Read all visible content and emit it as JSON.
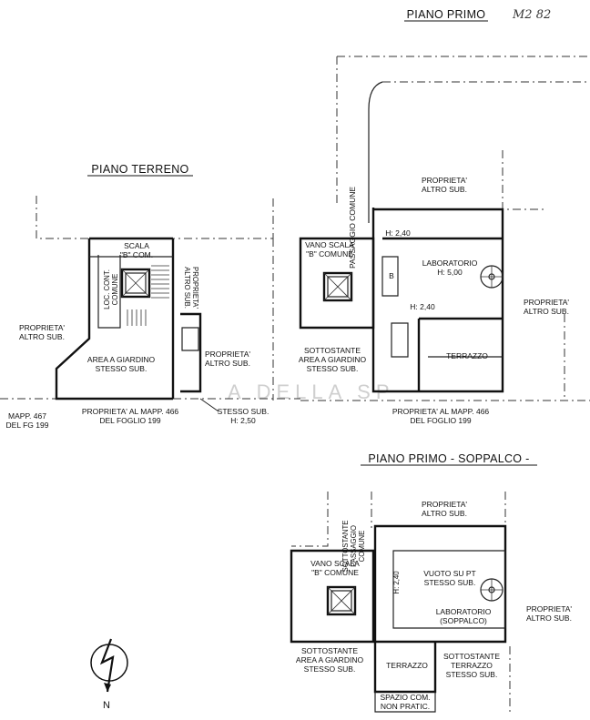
{
  "titles": {
    "piano_primo": "PIANO PRIMO",
    "piano_terreno": "PIANO TERRENO",
    "piano_primo_soppalco": "PIANO PRIMO - SOPPALCO -"
  },
  "handwritten_ref": "M2 82",
  "watermark": "A DELLA SP",
  "north_label": "N",
  "terreno": {
    "scala": [
      "SCALA",
      "\"B\" COM."
    ],
    "loc_cont": [
      "LOC. CONT.",
      "COMUNE"
    ],
    "proprieta_altro_vert": [
      "PROPRIETA'",
      "ALTRO SUB."
    ],
    "proprieta_altro_left": [
      "PROPRIETA'",
      "ALTRO SUB."
    ],
    "area_giardino": [
      "AREA A GIARDINO",
      "STESSO SUB."
    ],
    "proprieta_altro_right": [
      "PROPRIETA'",
      "ALTRO SUB."
    ],
    "mapp_467": [
      "MAPP. 467",
      "DEL FG 199"
    ],
    "proprieta_mapp": [
      "PROPRIETA' AL MAPP. 466",
      "DEL FOGLIO 199"
    ],
    "stesso_sub": [
      "STESSO SUB.",
      "H: 2,50"
    ]
  },
  "primo": {
    "passaggio": "PASSAGGIO COMUNE",
    "proprieta_top": [
      "PROPRIETA'",
      "ALTRO SUB."
    ],
    "h240_top": "H: 2,40",
    "vano_scala": [
      "VANO SCALA",
      "\"B\" COMUNE"
    ],
    "b_label": "B",
    "laboratorio": [
      "LABORATORIO",
      "H: 5,00"
    ],
    "h240_mid": "H: 2,40",
    "proprieta_right": [
      "PROPRIETA'",
      "ALTRO SUB."
    ],
    "sottostante": [
      "SOTTOSTANTE",
      "AREA A GIARDINO",
      "STESSO SUB."
    ],
    "terrazzo": "TERRAZZO",
    "proprieta_mapp": [
      "PROPRIETA' AL MAPP. 466",
      "DEL FOGLIO 199"
    ]
  },
  "soppalco": {
    "sottostante_passaggio": [
      "SOTTOSTANTE",
      "PASSAGGIO",
      "COMUNE"
    ],
    "proprieta_top": [
      "PROPRIETA'",
      "ALTRO SUB."
    ],
    "vano_scala": [
      "VANO SCALA",
      "\"B\" COMUNE"
    ],
    "h240": "H: 2,40",
    "vuoto": [
      "VUOTO SU PT",
      "STESSO SUB."
    ],
    "laboratorio": [
      "LABORATORIO",
      "(SOPPALCO)"
    ],
    "proprieta_right": [
      "PROPRIETA'",
      "ALTRO SUB."
    ],
    "sottostante_giardino": [
      "SOTTOSTANTE",
      "AREA A GIARDINO",
      "STESSO SUB."
    ],
    "terrazzo": "TERRAZZO",
    "sottostante_terrazzo": [
      "SOTTOSTANTE",
      "TERRAZZO",
      "STESSO SUB."
    ],
    "spazio_com": [
      "SPAZIO COM.",
      "NON PRATIC."
    ]
  }
}
